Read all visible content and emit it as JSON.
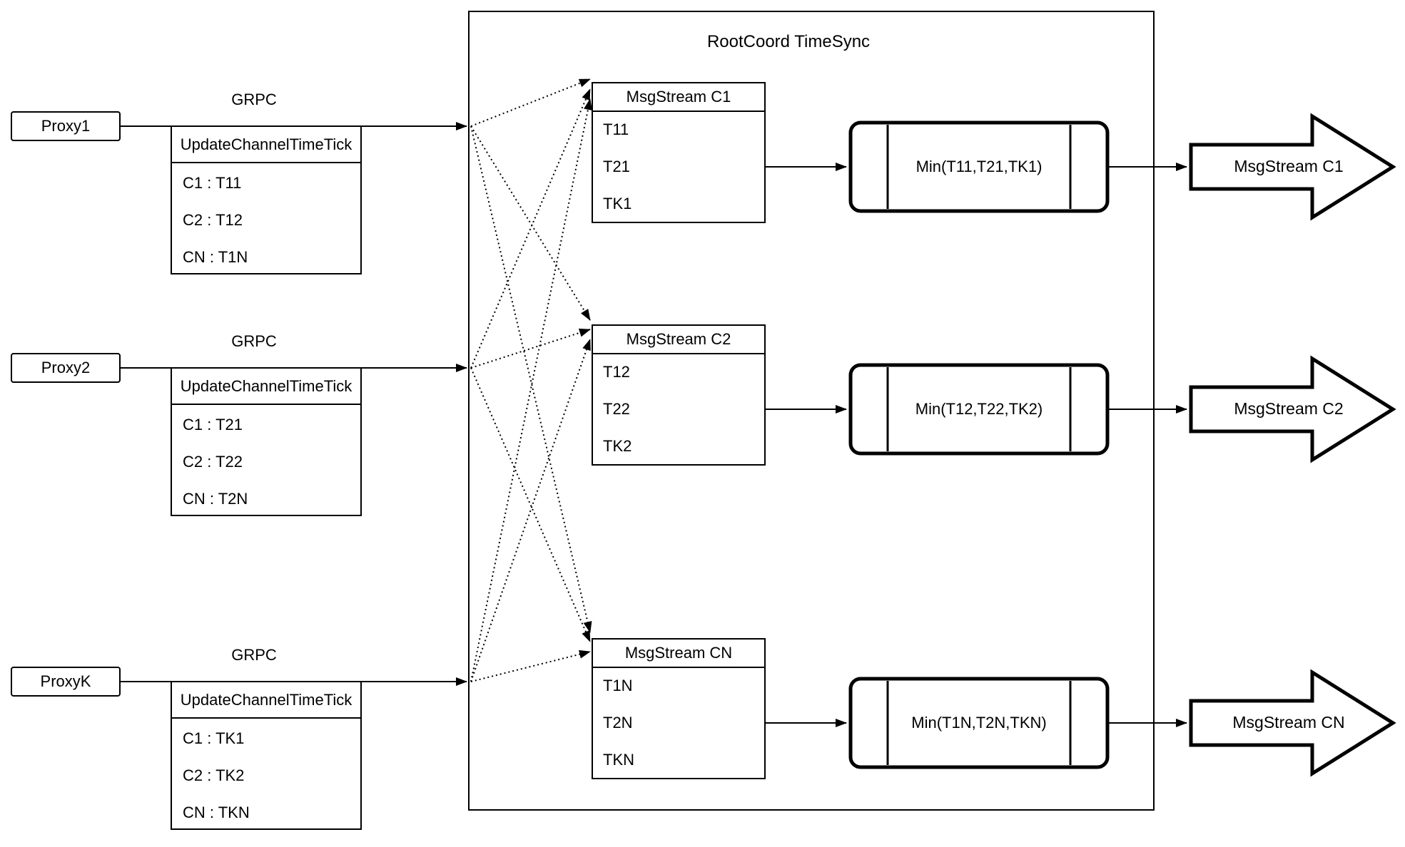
{
  "diagram": {
    "title": "RootCoord TimeSync",
    "colors": {
      "stroke": "#000000",
      "background": "#ffffff"
    },
    "rows": [
      {
        "proxy": "Proxy1",
        "protocol": "GRPC",
        "rpc_header": "UpdateChannelTimeTick",
        "rpc_rows": [
          "C1 : T11",
          "C2 : T12",
          "CN : T1N"
        ],
        "stream_header": "MsgStream C1",
        "stream_rows": [
          "T11",
          "T21",
          "TK1"
        ],
        "min_label": "Min(T11,T21,TK1)",
        "output_label": "MsgStream C1"
      },
      {
        "proxy": "Proxy2",
        "protocol": "GRPC",
        "rpc_header": "UpdateChannelTimeTick",
        "rpc_rows": [
          "C1 : T21",
          "C2 : T22",
          "CN : T2N"
        ],
        "stream_header": "MsgStream C2",
        "stream_rows": [
          "T12",
          "T22",
          "TK2"
        ],
        "min_label": "Min(T12,T22,TK2)",
        "output_label": "MsgStream C2"
      },
      {
        "proxy": "ProxyK",
        "protocol": "GRPC",
        "rpc_header": "UpdateChannelTimeTick",
        "rpc_rows": [
          "C1 : TK1",
          "C2 : TK2",
          "CN : TKN"
        ],
        "stream_header": "MsgStream CN",
        "stream_rows": [
          "T1N",
          "T2N",
          "TKN"
        ],
        "min_label": "Min(T1N,T2N,TKN)",
        "output_label": "MsgStream CN"
      }
    ]
  }
}
